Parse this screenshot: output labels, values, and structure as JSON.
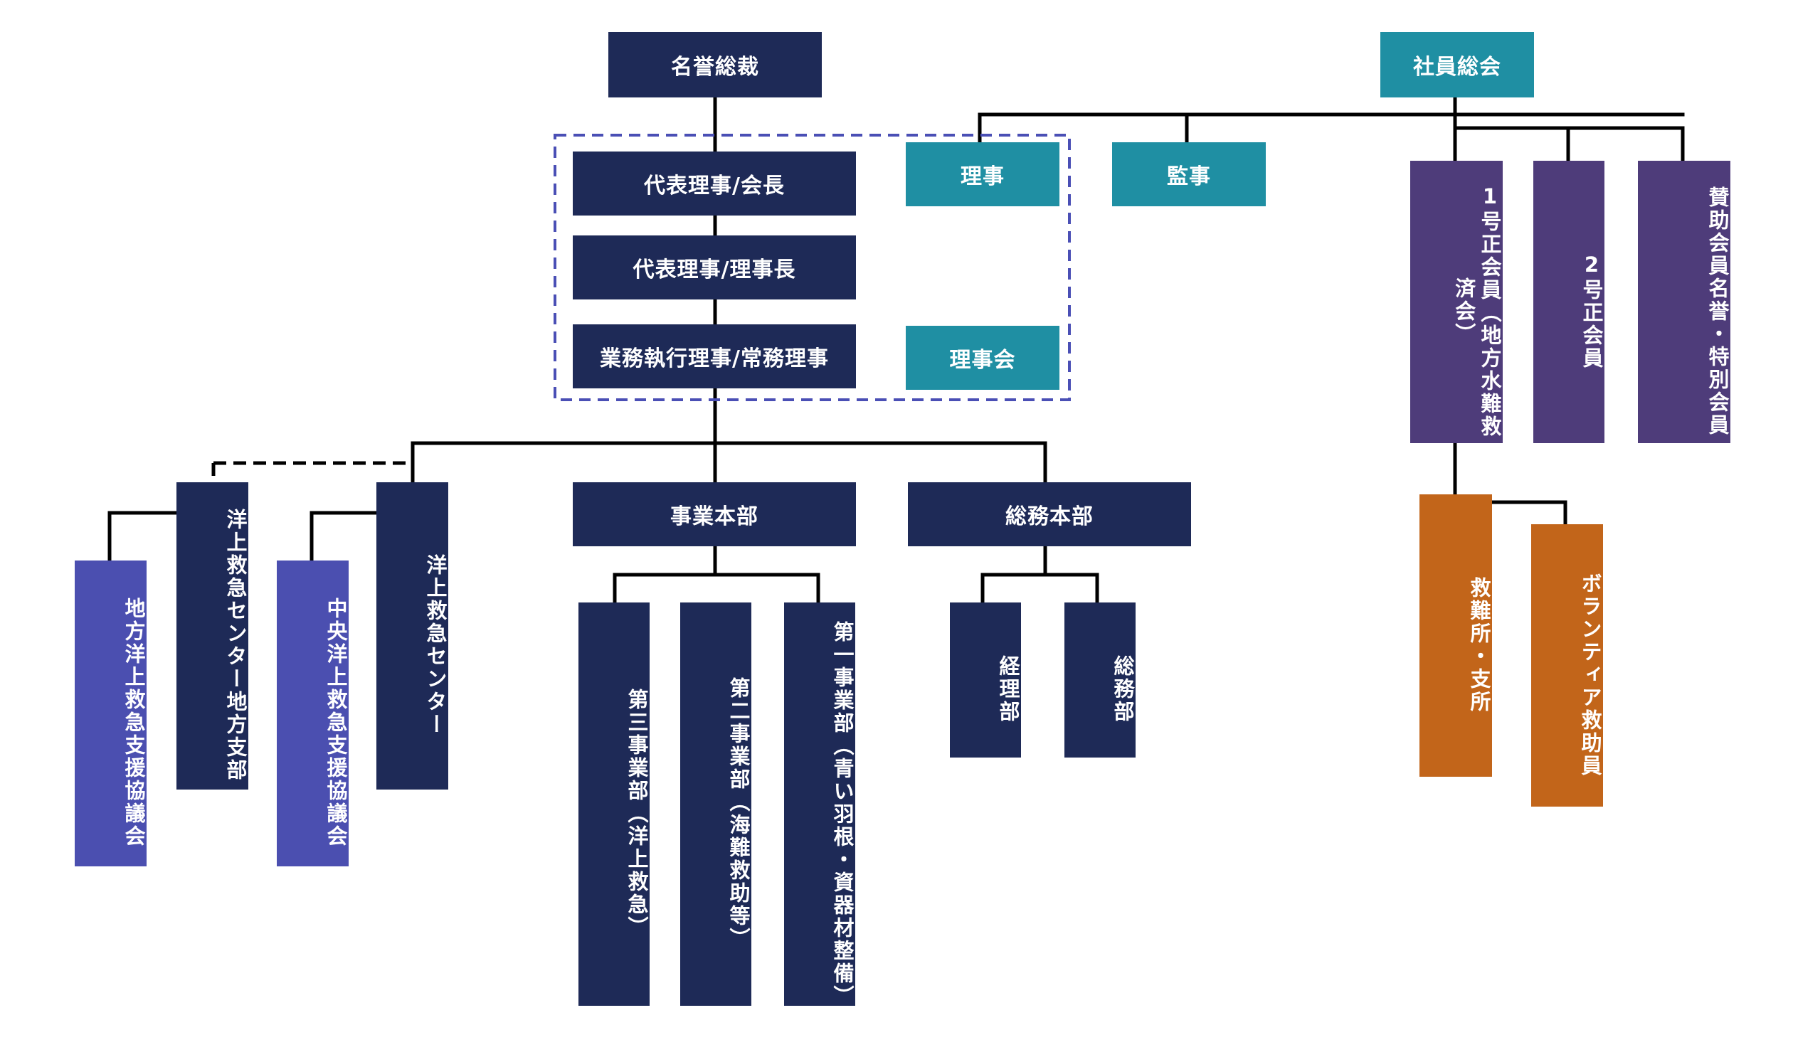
{
  "colors": {
    "navy": "#1e2a57",
    "teal": "#1f8fa3",
    "purple": "#4e3c7a",
    "orange": "#c2651a",
    "indigo": "#4b4fb0",
    "dashed_border": "#4a4fb5",
    "connector": "#000000"
  },
  "top": {
    "honorary_president": "名誉総裁",
    "general_meeting": "社員総会"
  },
  "executive_group": {
    "representative_chairman": "代表理事/会長",
    "representative_director_general": "代表理事/理事長",
    "executive_managing_director": "業務執行理事/常務理事",
    "board_of_directors": "理事会",
    "directors": "理事",
    "auditors": "監事"
  },
  "members": {
    "class1_members": "1号正会員（地方水難救済会）",
    "class2_members": "2号正会員",
    "supporting_members": "賛助会員名誉・特別会員",
    "rescue_stations": "救難所・支所",
    "volunteer_rescuers": "ボランティア救助員"
  },
  "divisions": {
    "business_hq": "事業本部",
    "general_affairs_hq": "総務本部",
    "dept3": "第三事業部（洋上救急）",
    "dept2": "第二事業部（海難救助等）",
    "dept1": "第一事業部（青い羽根・資器材整備）",
    "accounting": "経理部",
    "general_affairs": "総務部"
  },
  "maritime": {
    "regional_branch": "洋上救急センター地方支部",
    "regional_council": "地方洋上救急支援協議会",
    "center": "洋上救急センター",
    "central_council": "中央洋上救急支援協議会"
  }
}
